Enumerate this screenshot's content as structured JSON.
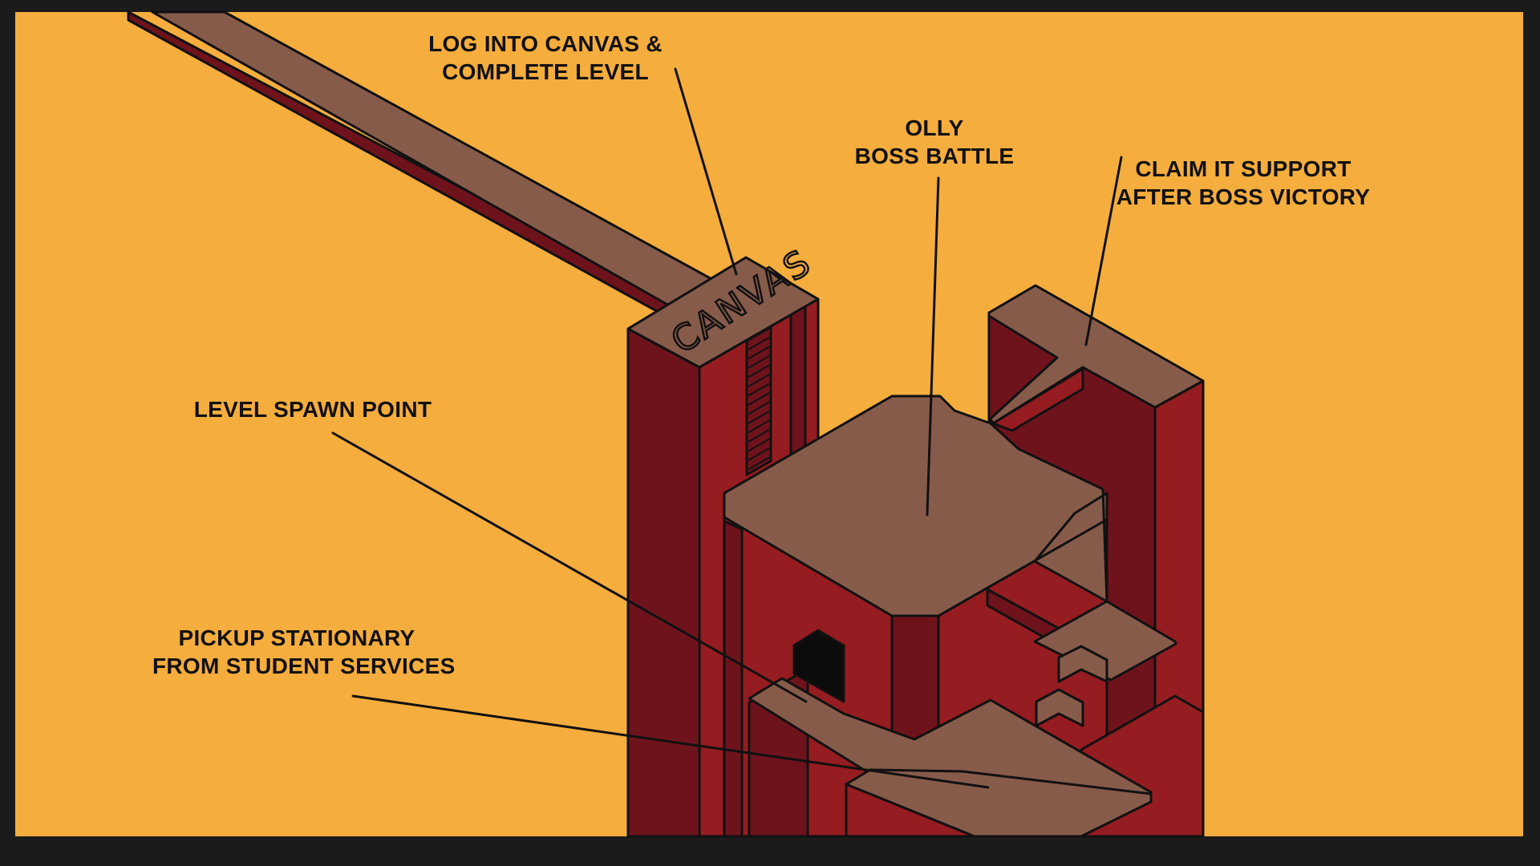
{
  "colors": {
    "background": "#F5AD3D",
    "frame": "#1B1B1B",
    "top_surface": "#875B4A",
    "wall_dark": "#6E131C",
    "wall_light": "#951C20",
    "outline": "#111111",
    "doorway": "#0C0C0C"
  },
  "annotations": {
    "canvas": {
      "line1": "LOG INTO CANVAS &",
      "line2": "COMPLETE LEVEL"
    },
    "boss": {
      "line1": "OLLY",
      "line2": "BOSS BATTLE"
    },
    "support": {
      "line1": "CLAIM IT SUPPORT",
      "line2": "AFTER BOSS VICTORY"
    },
    "spawn": {
      "line1": "LEVEL SPAWN POINT"
    },
    "pickup": {
      "line1": "PICKUP  STATIONARY",
      "line2": "FROM STUDENT SERVICES"
    }
  },
  "platform_text": "CANVAS"
}
